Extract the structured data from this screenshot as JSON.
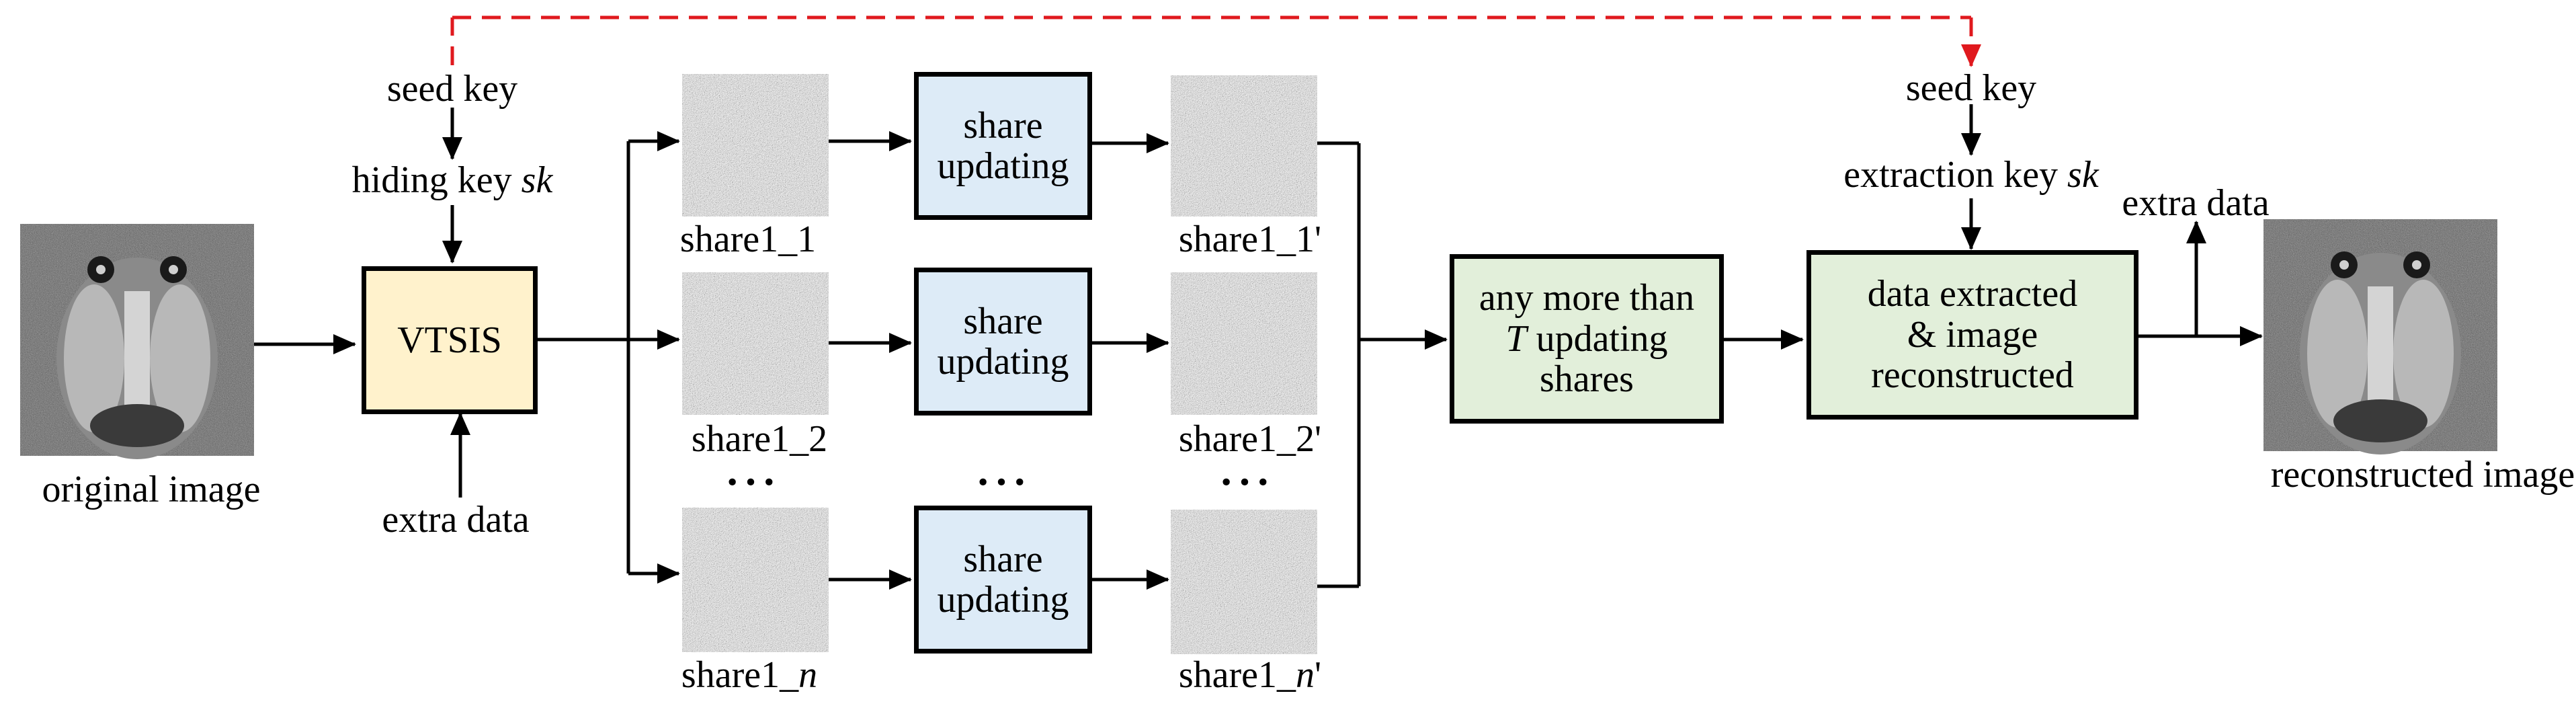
{
  "labels": {
    "seed_key_left": "seed key",
    "hiding_key": "hiding key ",
    "hiding_key_var": "sk",
    "original_image": "original image",
    "extra_data_in": "extra data",
    "vtsis": "VTSIS",
    "share_updating_1": "share",
    "share_updating_2": "updating",
    "share1_1": "share1_1",
    "share1_2": "share1_2",
    "share1_n_prefix": "share1_",
    "share1_n_var": "n",
    "share1_1p": "share1_1'",
    "share1_2p": "share1_2'",
    "share1_np_prefix": "share1_",
    "share1_np_var": "n",
    "share1_np_suffix": "'",
    "dots": "···",
    "any_more_line1": "any more than",
    "any_more_var": "T",
    "any_more_line2_rest": " updating",
    "any_more_line3": "shares",
    "seed_key_right": "seed key",
    "extraction_key": "extraction key ",
    "extraction_key_var": "sk",
    "extra_data_out": "extra data",
    "data_extracted_1": "data extracted",
    "data_extracted_2": "& image",
    "data_extracted_3": "reconstructed",
    "reconstructed_image": "reconstructed image"
  },
  "colors": {
    "vtsis_fill": "#fff2cc",
    "share_updating_fill": "#ddebf7",
    "result_fill": "#e2efda",
    "dashed_link": "#e0191e"
  },
  "icons": {
    "original": "mandrill-grayscale-image",
    "shares": "noise-share-image",
    "reconstructed": "mandrill-grayscale-image"
  }
}
